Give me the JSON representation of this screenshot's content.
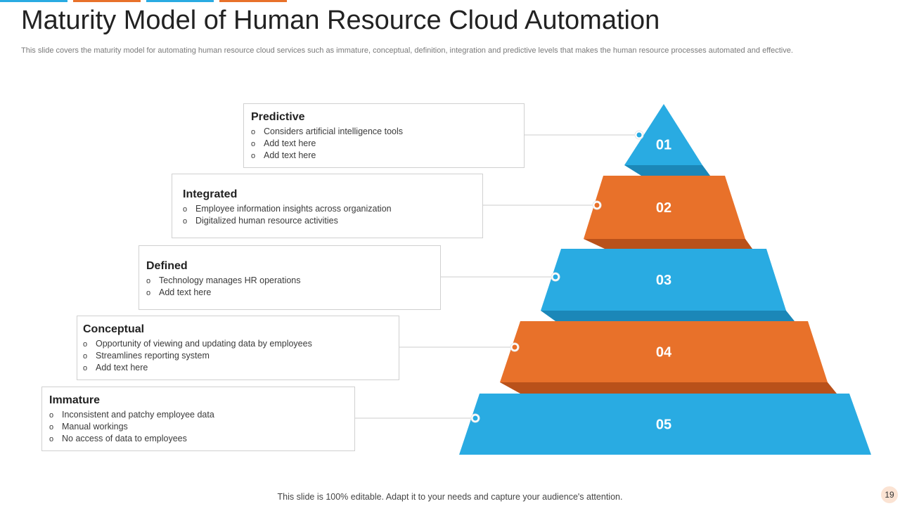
{
  "slide": {
    "title": "Maturity Model of Human Resource Cloud Automation",
    "subtitle": "This slide covers the maturity model for automating human resource cloud services such as immature, conceptual, definition, integration and predictive levels that makes the human resource processes automated and effective.",
    "footer_note": "This slide is 100% editable. Adapt it to your needs and capture your audience's attention.",
    "page_number": "19",
    "bullet_glyph": "o"
  },
  "colors": {
    "blue": "#29abe2",
    "blue_dark": "#1b87b8",
    "orange": "#e8712a",
    "orange_dark": "#b9511a",
    "connector": "#cccccc",
    "number_text": "#ffffff"
  },
  "levels": [
    {
      "number": "01",
      "title": "Predictive",
      "color": "blue",
      "items": [
        "Considers artificial intelligence tools",
        "Add text here",
        "Add text here"
      ]
    },
    {
      "number": "02",
      "title": "Integrated",
      "color": "orange",
      "items": [
        "Employee information insights across organization",
        "Digitalized human resource activities"
      ]
    },
    {
      "number": "03",
      "title": "Defined",
      "color": "blue",
      "items": [
        "Technology manages HR operations",
        "Add text here"
      ]
    },
    {
      "number": "04",
      "title": "Conceptual",
      "color": "orange",
      "items": [
        "Opportunity of viewing  and updating data by employees",
        "Streamlines reporting system",
        "Add text here"
      ]
    },
    {
      "number": "05",
      "title": "Immature",
      "color": "blue",
      "items": [
        "Inconsistent and patchy employee data",
        "Manual workings",
        "No access of data to employees"
      ]
    }
  ]
}
